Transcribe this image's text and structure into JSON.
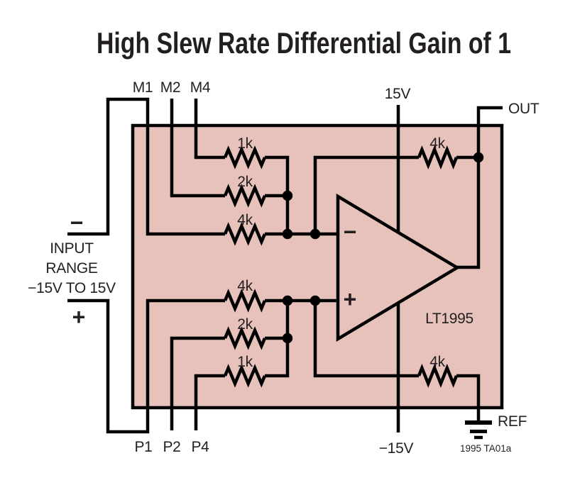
{
  "title": "High Slew Rate Differential Gain of 1",
  "figure_code": "1995 TA01a",
  "colors": {
    "ic_fill": "#e6c2bb",
    "line": "#000000",
    "text": "#231f20"
  },
  "ic": {
    "part_number": "LT1995"
  },
  "pins": {
    "top": [
      "M1",
      "M2",
      "M4"
    ],
    "bottom": [
      "P1",
      "P2",
      "P4"
    ],
    "positive_supply": "15V",
    "negative_supply": "−15V",
    "output": "OUT",
    "reference": "REF"
  },
  "input": {
    "minus_sign": "−",
    "plus_sign": "+",
    "range": [
      "INPUT",
      "RANGE",
      "−15V TO 15V"
    ]
  },
  "opamp": {
    "minus_sign": "−",
    "plus_sign": "+"
  },
  "resistors": {
    "minus_network": [
      "1k",
      "2k",
      "4k"
    ],
    "plus_network": [
      "4k",
      "2k",
      "1k"
    ],
    "top_feedback": "4k",
    "bottom_feedback": "4k"
  }
}
